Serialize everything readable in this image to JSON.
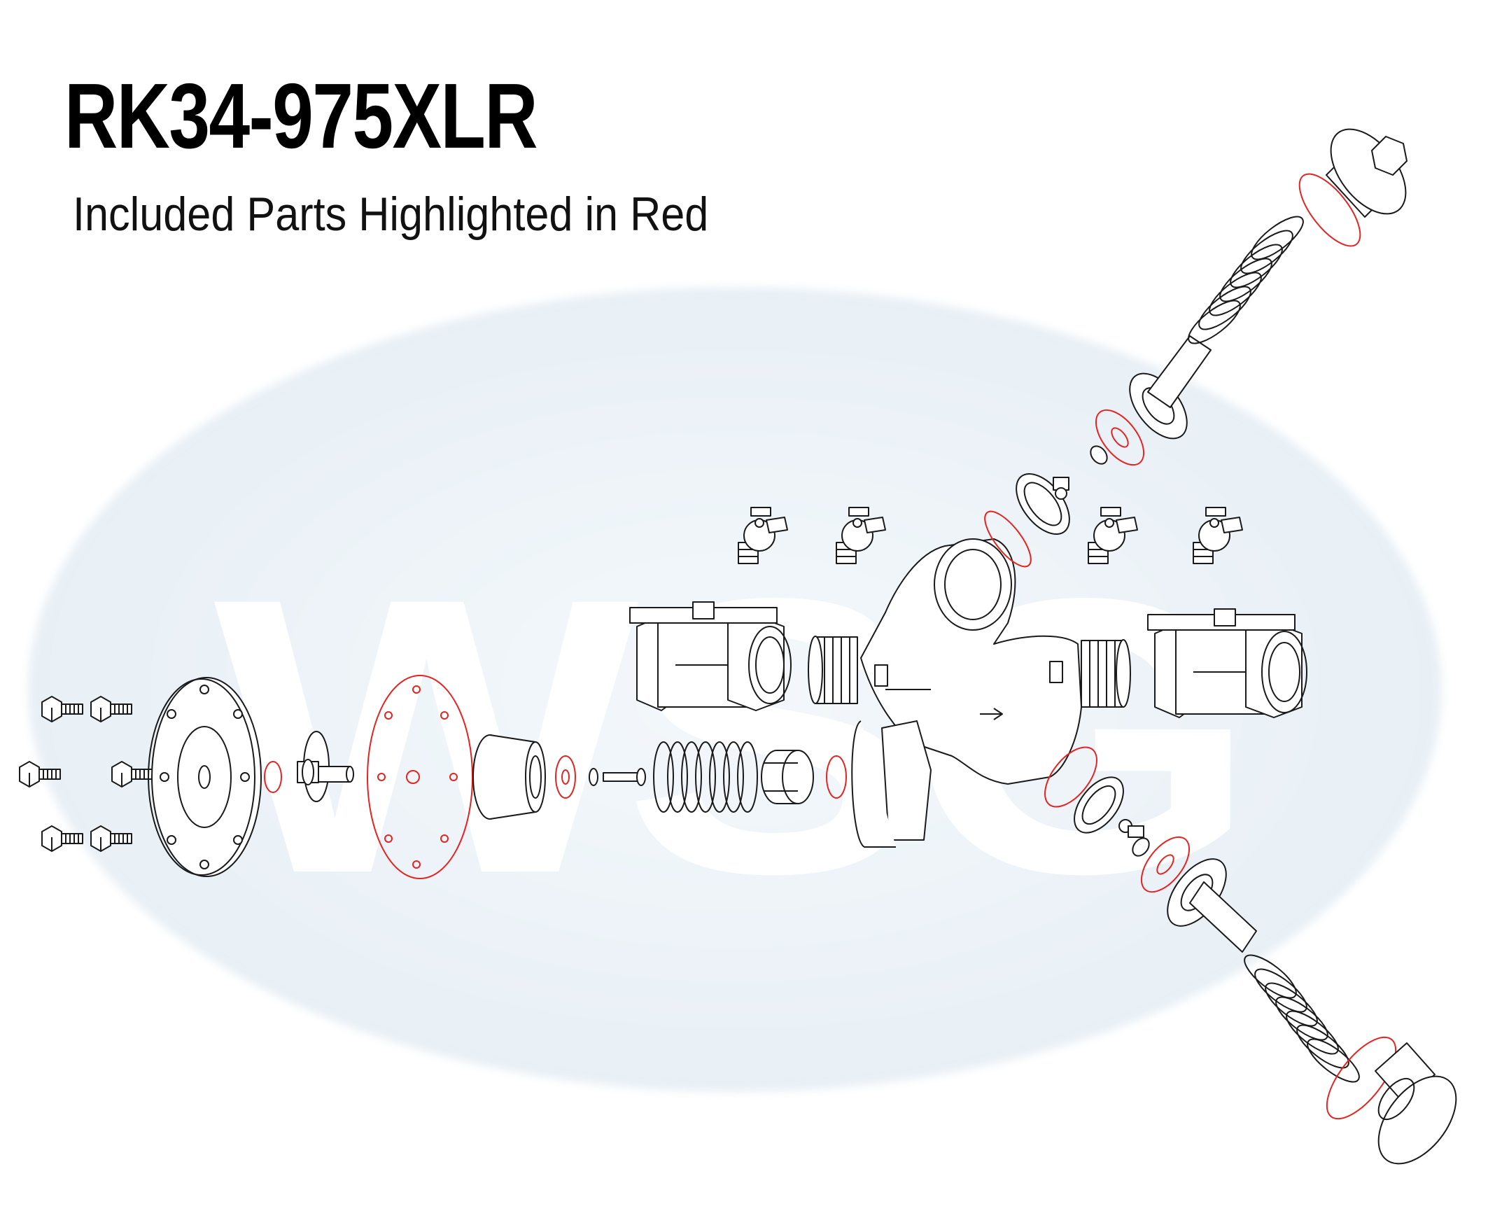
{
  "title": "RK34-975XLR",
  "subtitle": "Included Parts Highlighted in Red",
  "watermark": {
    "text": "WSG"
  },
  "colors": {
    "highlight": "#e52421",
    "outline": "#1a1a1a",
    "watermark_oval": "#eef4f8",
    "watermark_text": "#ffffff",
    "background": "#ffffff"
  }
}
